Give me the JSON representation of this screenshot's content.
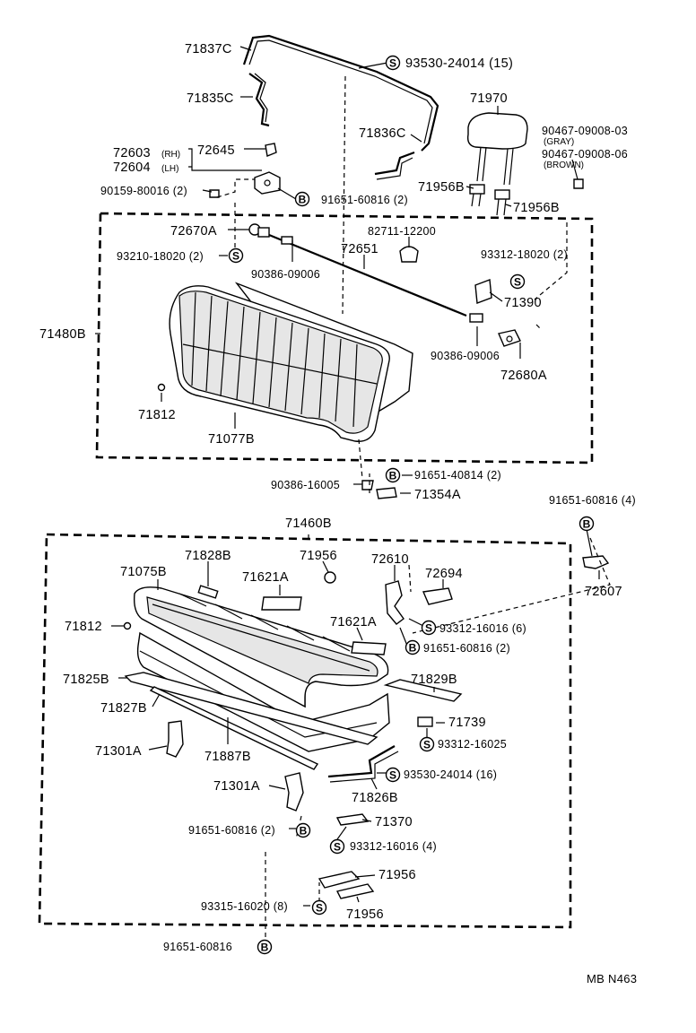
{
  "labels": {
    "p71837C": "71837C",
    "p93530_24014_15": "93530-24014 (15)",
    "p71835C": "71835C",
    "p71970": "71970",
    "p71836C": "71836C",
    "p90467_03": "90467-09008-03",
    "gray": "(GRAY)",
    "p90467_06": "90467-09008-06",
    "brown": "(BROWN)",
    "p72603": "72603",
    "rh": "(RH)",
    "p72604": "72604",
    "lh": "(LH)",
    "p72645": "72645",
    "p90159": "90159-80016 (2)",
    "p91651_60816_2a": "91651-60816 (2)",
    "p71956B_1": "71956B",
    "p71956B_2": "71956B",
    "p72670A": "72670A",
    "p82711": "82711-12200",
    "p72651": "72651",
    "p93312_18020": "93312-18020 (2)",
    "p93210": "93210-18020 (2)",
    "p90386_09006a": "90386-09006",
    "p71390": "71390",
    "p71480B": "71480B",
    "p90386_09006b": "90386-09006",
    "p72680A": "72680A",
    "p71812a": "71812",
    "p71077B": "71077B",
    "p91651_40814": "91651-40814 (2)",
    "p90386_16005": "90386-16005",
    "p71354A": "71354A",
    "p91651_60816_4": "91651-60816 (4)",
    "p71460B": "71460B",
    "p72607": "72607",
    "p71828B": "71828B",
    "p71956a": "71956",
    "p72610": "72610",
    "p71075B": "71075B",
    "p71621A_1": "71621A",
    "p72694": "72694",
    "p71812b": "71812",
    "p71621A_2": "71621A",
    "p93312_16016_6": "93312-16016 (6)",
    "p91651_60816_2b": "91651-60816 (2)",
    "p71825B": "71825B",
    "p71829B": "71829B",
    "p71827B": "71827B",
    "p71739": "71739",
    "p93312_16025": "93312-16025",
    "p71301A_1": "71301A",
    "p71887B": "71887B",
    "p93530_24014_16": "93530-24014 (16)",
    "p71301A_2": "71301A",
    "p71826B": "71826B",
    "p71370": "71370",
    "p91651_60816_2c": "91651-60816 (2)",
    "p93312_16016_4": "93312-16016 (4)",
    "p71956b": "71956",
    "p93315": "93315-16020 (8)",
    "p71956c": "71956",
    "p91651_60816_bottom": "91651-60816",
    "footer": "MB  N463"
  },
  "markers": {
    "s": "S",
    "b": "B"
  }
}
